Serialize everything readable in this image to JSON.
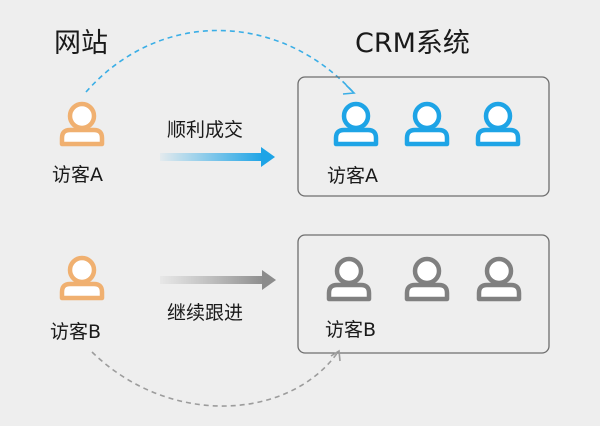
{
  "headers": {
    "website": "网站",
    "crm": "CRM系统"
  },
  "row_a": {
    "visitor_label": "访客A",
    "arrow_label": "顺利成交",
    "crm_label": "访客A",
    "person_color": "#f0b070",
    "crm_color": "#1ea4e6",
    "arrow_color": "#1ea4e6"
  },
  "row_b": {
    "visitor_label": "访客B",
    "arrow_label": "继续跟进",
    "crm_label": "访客B",
    "person_color": "#f0b070",
    "crm_color": "#808080",
    "arrow_color": "#9a9a9a"
  },
  "colors": {
    "background": "#eeeeee",
    "box_border": "#6e6e6e",
    "text": "#1a1a1a",
    "dashed_a": "#3aaee6",
    "dashed_b": "#9c9c9c"
  }
}
